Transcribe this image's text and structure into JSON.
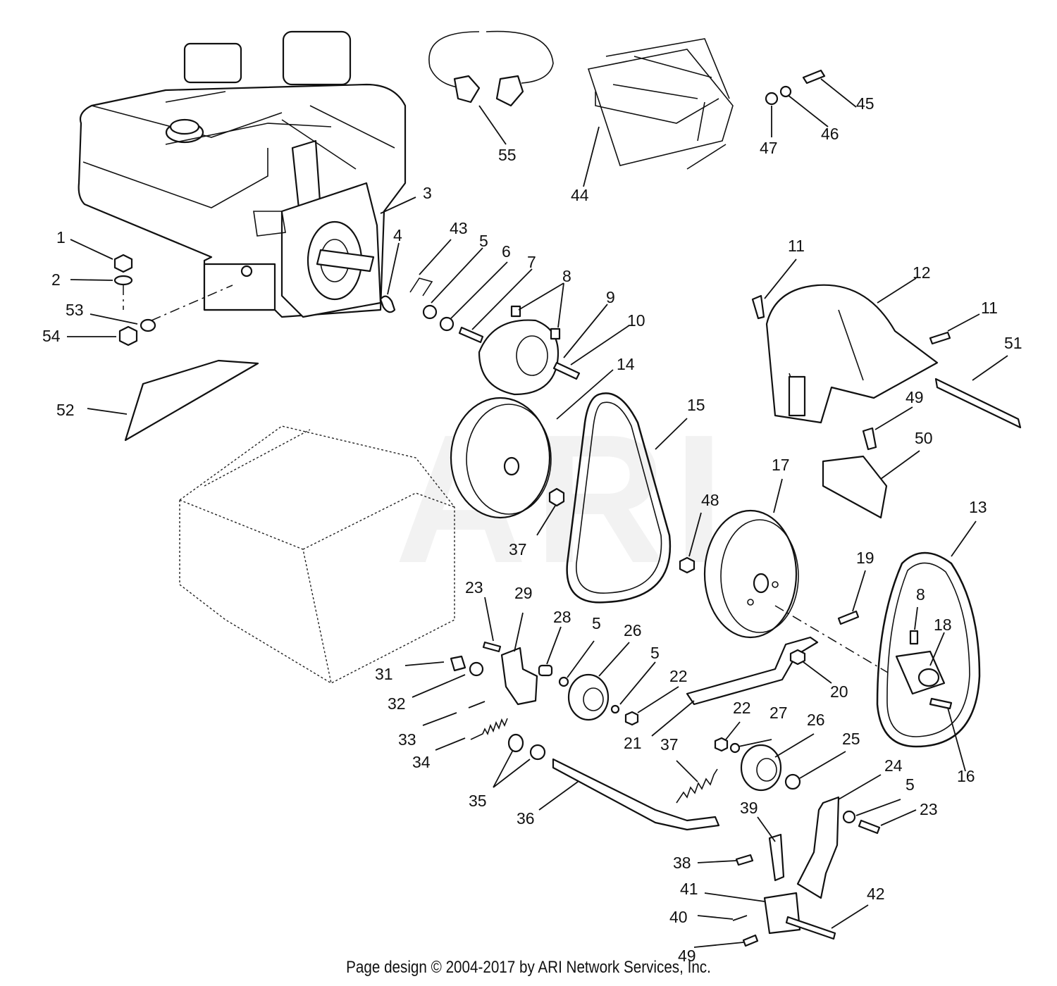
{
  "watermark": "ARI",
  "footer": "Page design © 2004-2017 by ARI Network Services, Inc.",
  "callouts": [
    "1",
    "2",
    "3",
    "4",
    "5",
    "5",
    "5",
    "5",
    "6",
    "7",
    "8",
    "8",
    "9",
    "10",
    "11",
    "11",
    "12",
    "13",
    "14",
    "15",
    "16",
    "17",
    "18",
    "19",
    "20",
    "21",
    "22",
    "22",
    "23",
    "23",
    "24",
    "25",
    "26",
    "26",
    "27",
    "28",
    "29",
    "31",
    "32",
    "33",
    "34",
    "35",
    "36",
    "37",
    "37",
    "38",
    "39",
    "40",
    "41",
    "42",
    "43",
    "44",
    "45",
    "46",
    "47",
    "48",
    "49",
    "49",
    "50",
    "51",
    "52",
    "53",
    "54",
    "55"
  ]
}
